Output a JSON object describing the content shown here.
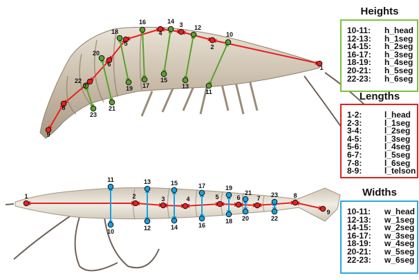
{
  "colors": {
    "length": "#e8201f",
    "height": "#5aa02c",
    "width": "#1aa0df",
    "heights_box": "#7ac142",
    "lengths_box": "#e02020",
    "widths_box": "#26a9e0"
  },
  "legends": {
    "heights": {
      "title": "Heights",
      "rows": [
        {
          "key": "10-11:",
          "value": "h_head"
        },
        {
          "key": "12-13:",
          "value": "h_1seg"
        },
        {
          "key": "14-15:",
          "value": "h_2seg"
        },
        {
          "key": "16-17:",
          "value": "h_3seg"
        },
        {
          "key": "18-19:",
          "value": "h_4seg"
        },
        {
          "key": "20-21:",
          "value": "h_5seg"
        },
        {
          "key": "22-23:",
          "value": "h_6seg"
        }
      ]
    },
    "lengths": {
      "title": "Lengths",
      "rows": [
        {
          "key": "1-2:",
          "value": "l_head"
        },
        {
          "key": "2-3:",
          "value": "l_1seg"
        },
        {
          "key": "3-4:",
          "value": "l_2seg"
        },
        {
          "key": "4-5:",
          "value": "l_3seg"
        },
        {
          "key": "5-6:",
          "value": "l_4seg"
        },
        {
          "key": "6-7:",
          "value": "l_5seg"
        },
        {
          "key": "7-8:",
          "value": "l_6seg"
        },
        {
          "key": "8-9:",
          "value": "l_telson"
        }
      ]
    },
    "widths": {
      "title": "Widths",
      "rows": [
        {
          "key": "10-11:",
          "value": "w_head"
        },
        {
          "key": "12-13:",
          "value": "w_1seg"
        },
        {
          "key": "14-15:",
          "value": "w_2seg"
        },
        {
          "key": "16-17:",
          "value": "w_3seg"
        },
        {
          "key": "18-19:",
          "value": "w_4seg"
        },
        {
          "key": "20-21:",
          "value": "w_5seg"
        },
        {
          "key": "22-23:",
          "value": "w_6seg"
        }
      ]
    }
  },
  "side_view": {
    "length_points": [
      "1",
      "2",
      "3",
      "4",
      "5",
      "6",
      "7",
      "8",
      "9"
    ],
    "height_pairs": [
      [
        "10",
        "11"
      ],
      [
        "12",
        "13"
      ],
      [
        "14",
        "15"
      ],
      [
        "16",
        "17"
      ],
      [
        "18",
        "19"
      ],
      [
        "20",
        "21"
      ],
      [
        "22",
        "23"
      ]
    ]
  },
  "top_view": {
    "length_points": [
      "1",
      "2",
      "3",
      "4",
      "5",
      "6",
      "7",
      "8",
      "9"
    ],
    "width_pairs": [
      [
        "11",
        "10"
      ],
      [
        "13",
        "12"
      ],
      [
        "15",
        "14"
      ],
      [
        "17",
        "16"
      ],
      [
        "19",
        "18"
      ],
      [
        "21",
        "20"
      ],
      [
        "23",
        "22"
      ]
    ]
  }
}
